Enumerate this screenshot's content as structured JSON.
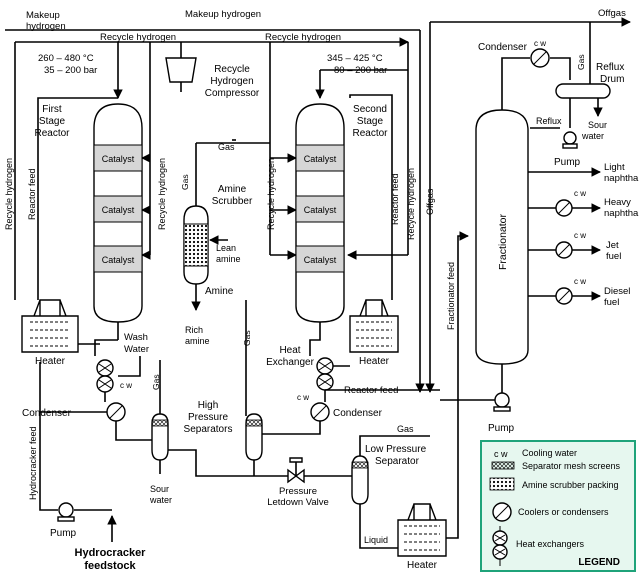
{
  "colors": {
    "legend_background": "#e6f7ef",
    "legend_border": "#1fa37a",
    "catalyst_fill": "#d6d6d6",
    "line": "#000000"
  },
  "labels": {
    "makeup_hydrogen": "Makeup",
    "makeup_hydrogen_2": "hydrogen",
    "makeup_hydrogen_top": "Makeup hydrogen",
    "offgas_top": "Offgas",
    "recycle_hydrogen_top1": "Recycle hydrogen",
    "recycle_hydrogen_top2": "Recycle hydrogen",
    "recycle_hydrogen_vertical": "Recycle hydrogen",
    "reactor_feed_vertical": "Reactor feed",
    "first_reactor_cond1": "260 – 480 °C",
    "first_reactor_cond2": "35 – 200 bar",
    "first_reactor": [
      "First",
      "Stage",
      "Reactor"
    ],
    "catalyst": "Catalyst",
    "recycle_compressor": [
      "Recycle",
      "Hydrogen",
      "Compressor"
    ],
    "second_reactor_cond1": "345 – 425 °C",
    "second_reactor_cond2": "80 – 200 bar",
    "second_reactor": [
      "Second",
      "Stage",
      "Reactor"
    ],
    "gas": "Gas",
    "amine_scrubber": [
      "Amine",
      "Scrubber"
    ],
    "lean_amine": [
      "Lean",
      "amine"
    ],
    "amine": "Amine",
    "rich_amine": [
      "Rich",
      "amine"
    ],
    "heater": "Heater",
    "wash_water": [
      "Wash",
      "Water"
    ],
    "cw": "c w",
    "condenser": "Condenser",
    "high_pressure_separators": [
      "High",
      "Pressure",
      "Separators"
    ],
    "sour_water": [
      "Sour",
      "water"
    ],
    "heat_exchanger": [
      "Heat",
      "Exchanger"
    ],
    "reactor_feed": "Reactor feed",
    "offgas_vertical": "Offgas",
    "fractionator_feed": "Fractionator feed",
    "fractionator": "Fractionator",
    "reflux": "Reflux",
    "reflux_drum": [
      "Reflux",
      "Drum"
    ],
    "pump": "Pump",
    "light_naphtha": [
      "Light",
      "naphtha"
    ],
    "heavy_naphtha": [
      "Heavy",
      "naphtha"
    ],
    "jet_fuel": [
      "Jet",
      "fuel"
    ],
    "diesel_fuel": [
      "Diesel",
      "fuel"
    ],
    "low_pressure_separator": [
      "Low Pressure",
      "Separator"
    ],
    "pressure_letdown_valve": [
      "Pressure",
      "Letdown Valve"
    ],
    "liquid": "Liquid",
    "hydrocracker_feed": "Hydrocracker feed",
    "hydrocracker_feedstock": [
      "Hydrocracker",
      "feedstock"
    ]
  },
  "legend": {
    "items": [
      {
        "icon": "cw-text",
        "label": "Cooling water"
      },
      {
        "icon": "mesh-screen",
        "label": "Separator mesh screens"
      },
      {
        "icon": "packing",
        "label": "Amine scrubber packing"
      },
      {
        "icon": "cooler",
        "label": "Coolers or condensers"
      },
      {
        "icon": "heat-exchanger",
        "label": "Heat exchangers"
      }
    ],
    "title": "LEGEND"
  }
}
